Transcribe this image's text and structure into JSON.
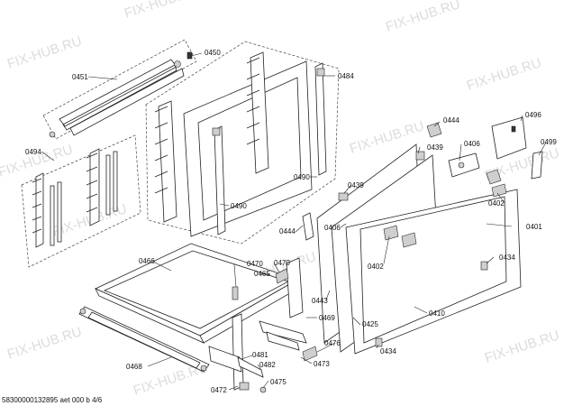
{
  "watermark_text": "FIX-HUB.RU",
  "footer_text": "58300000132895 aet 000 b 4/6",
  "part_labels": {
    "p0450": "0450",
    "p0451": "0451",
    "p0484": "0484",
    "p0494": "0494",
    "p0490a": "0490",
    "p0490b": "0490",
    "p0444a": "0444",
    "p0444b": "0444",
    "p0439a": "0439",
    "p0439b": "0439",
    "p0406a": "0406",
    "p0406b": "0406",
    "p0496": "0496",
    "p0499": "0499",
    "p0402a": "0402",
    "p0402b": "0402",
    "p0401": "0401",
    "p0434a": "0434",
    "p0434b": "0434",
    "p0466": "0466",
    "p0470a": "0470",
    "p0470b": "0470",
    "p0465": "0465",
    "p0443": "0443",
    "p0410": "0410",
    "p0469": "0469",
    "p0425": "0425",
    "p0476": "0476",
    "p0481": "0481",
    "p0482": "0482",
    "p0473": "0473",
    "p0468": "0468",
    "p0472": "0472",
    "p0475": "0475"
  }
}
